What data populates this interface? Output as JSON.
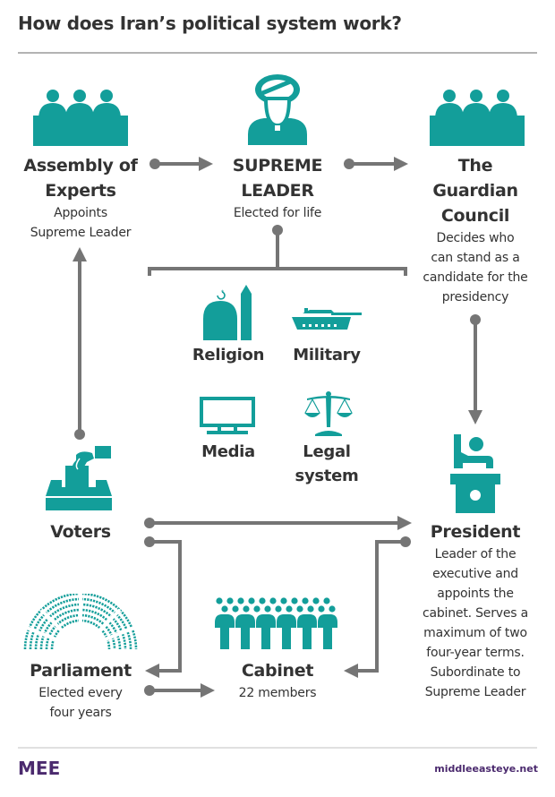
{
  "title": "How does Iran’s political system work?",
  "colors": {
    "accent": "#139e9a",
    "connector": "#757575",
    "text": "#333333",
    "brand": "#4b2a6e"
  },
  "nodes": {
    "assembly": {
      "title_line1": "Assembly of",
      "title_line2": "Experts",
      "desc_line1": "Appoints",
      "desc_line2": "Supreme Leader",
      "icon": "assembly-seated-people-icon"
    },
    "supreme_leader": {
      "title_line1": "SUPREME",
      "title_line2": "LEADER",
      "desc_line1": "Elected for life",
      "icon": "cleric-turban-icon"
    },
    "guardian": {
      "title_line1": "The",
      "title_line2": "Guardian",
      "title_line3": "Council",
      "desc_lines": [
        "Decides who",
        "can stand as a",
        "candidate for the",
        "presidency"
      ],
      "icon": "council-seated-people-icon"
    },
    "voters": {
      "title": "Voters",
      "icon": "ballot-box-icon"
    },
    "president": {
      "title": "President",
      "desc_lines": [
        "Leader of the",
        "executive and",
        "appoints the",
        "cabinet. Serves a",
        "maximum of two",
        "four-year terms.",
        "Subordinate to",
        "Supreme Leader"
      ],
      "icon": "podium-speaker-icon"
    },
    "parliament": {
      "title": "Parliament",
      "desc_line1": "Elected every",
      "desc_line2": "four years",
      "icon": "parliament-hemicycle-icon"
    },
    "cabinet": {
      "title": "Cabinet",
      "desc": "22 members",
      "icon": "group-of-people-icon"
    }
  },
  "controlled_by_leader": [
    {
      "label": "Religion",
      "icon": "mosque-icon"
    },
    {
      "label": "Military",
      "icon": "tank-icon"
    },
    {
      "label": "Media",
      "icon": "monitor-icon"
    },
    {
      "label_line1": "Legal",
      "label_line2": "system",
      "icon": "scales-of-justice-icon"
    }
  ],
  "footer": {
    "logo": "MEE",
    "site": "middleeasteye.net"
  }
}
